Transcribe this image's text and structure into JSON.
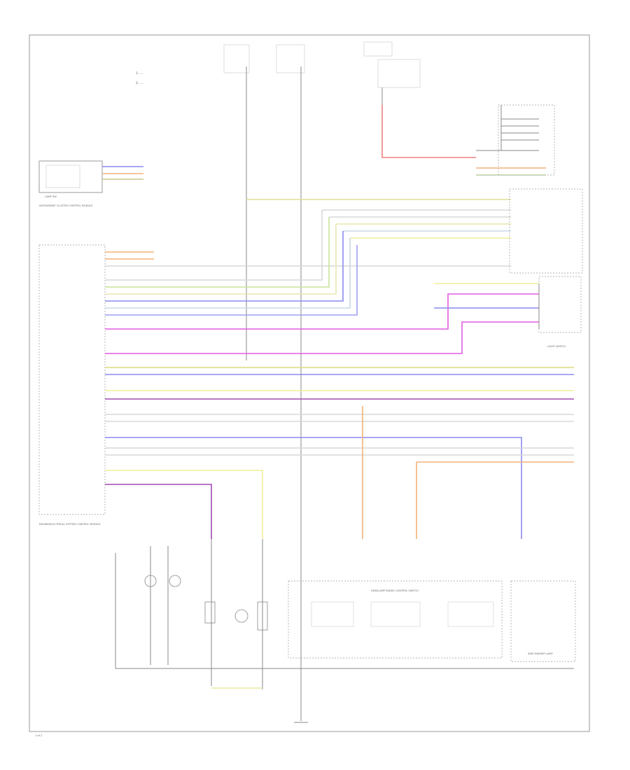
{
  "footer": {
    "page_label": "1 of 2"
  },
  "legend": {
    "items": [
      "1: ....",
      "2: ...."
    ]
  },
  "modules": {
    "instrument": {
      "title": "INSTRUMENT CLUSTER CONTROL MODULE",
      "caption": "LAMP SW"
    },
    "ecm": {
      "title": "ENGINE/ELECTRICAL SYSTEM CONTROL MODULE"
    },
    "light_switch": {
      "title": "LIGHT SWITCH"
    },
    "headlamp_range": {
      "title": "HEADLAMP RANGE CONTROL SWITCH"
    },
    "side_marker": {
      "title": "SIDE MARKER LAMP"
    }
  },
  "colors": {
    "yellow": "#f2ee9a",
    "pink": "#f4a3c2",
    "magenta": "#e15ce0",
    "blue": "#8a8af0",
    "orange": "#f2b27a",
    "purple": "#a04ab0",
    "light_gray": "#d8d8d8",
    "red": "#f08080",
    "olive": "#c9c98a",
    "green_gray": "#b8c8a0"
  }
}
